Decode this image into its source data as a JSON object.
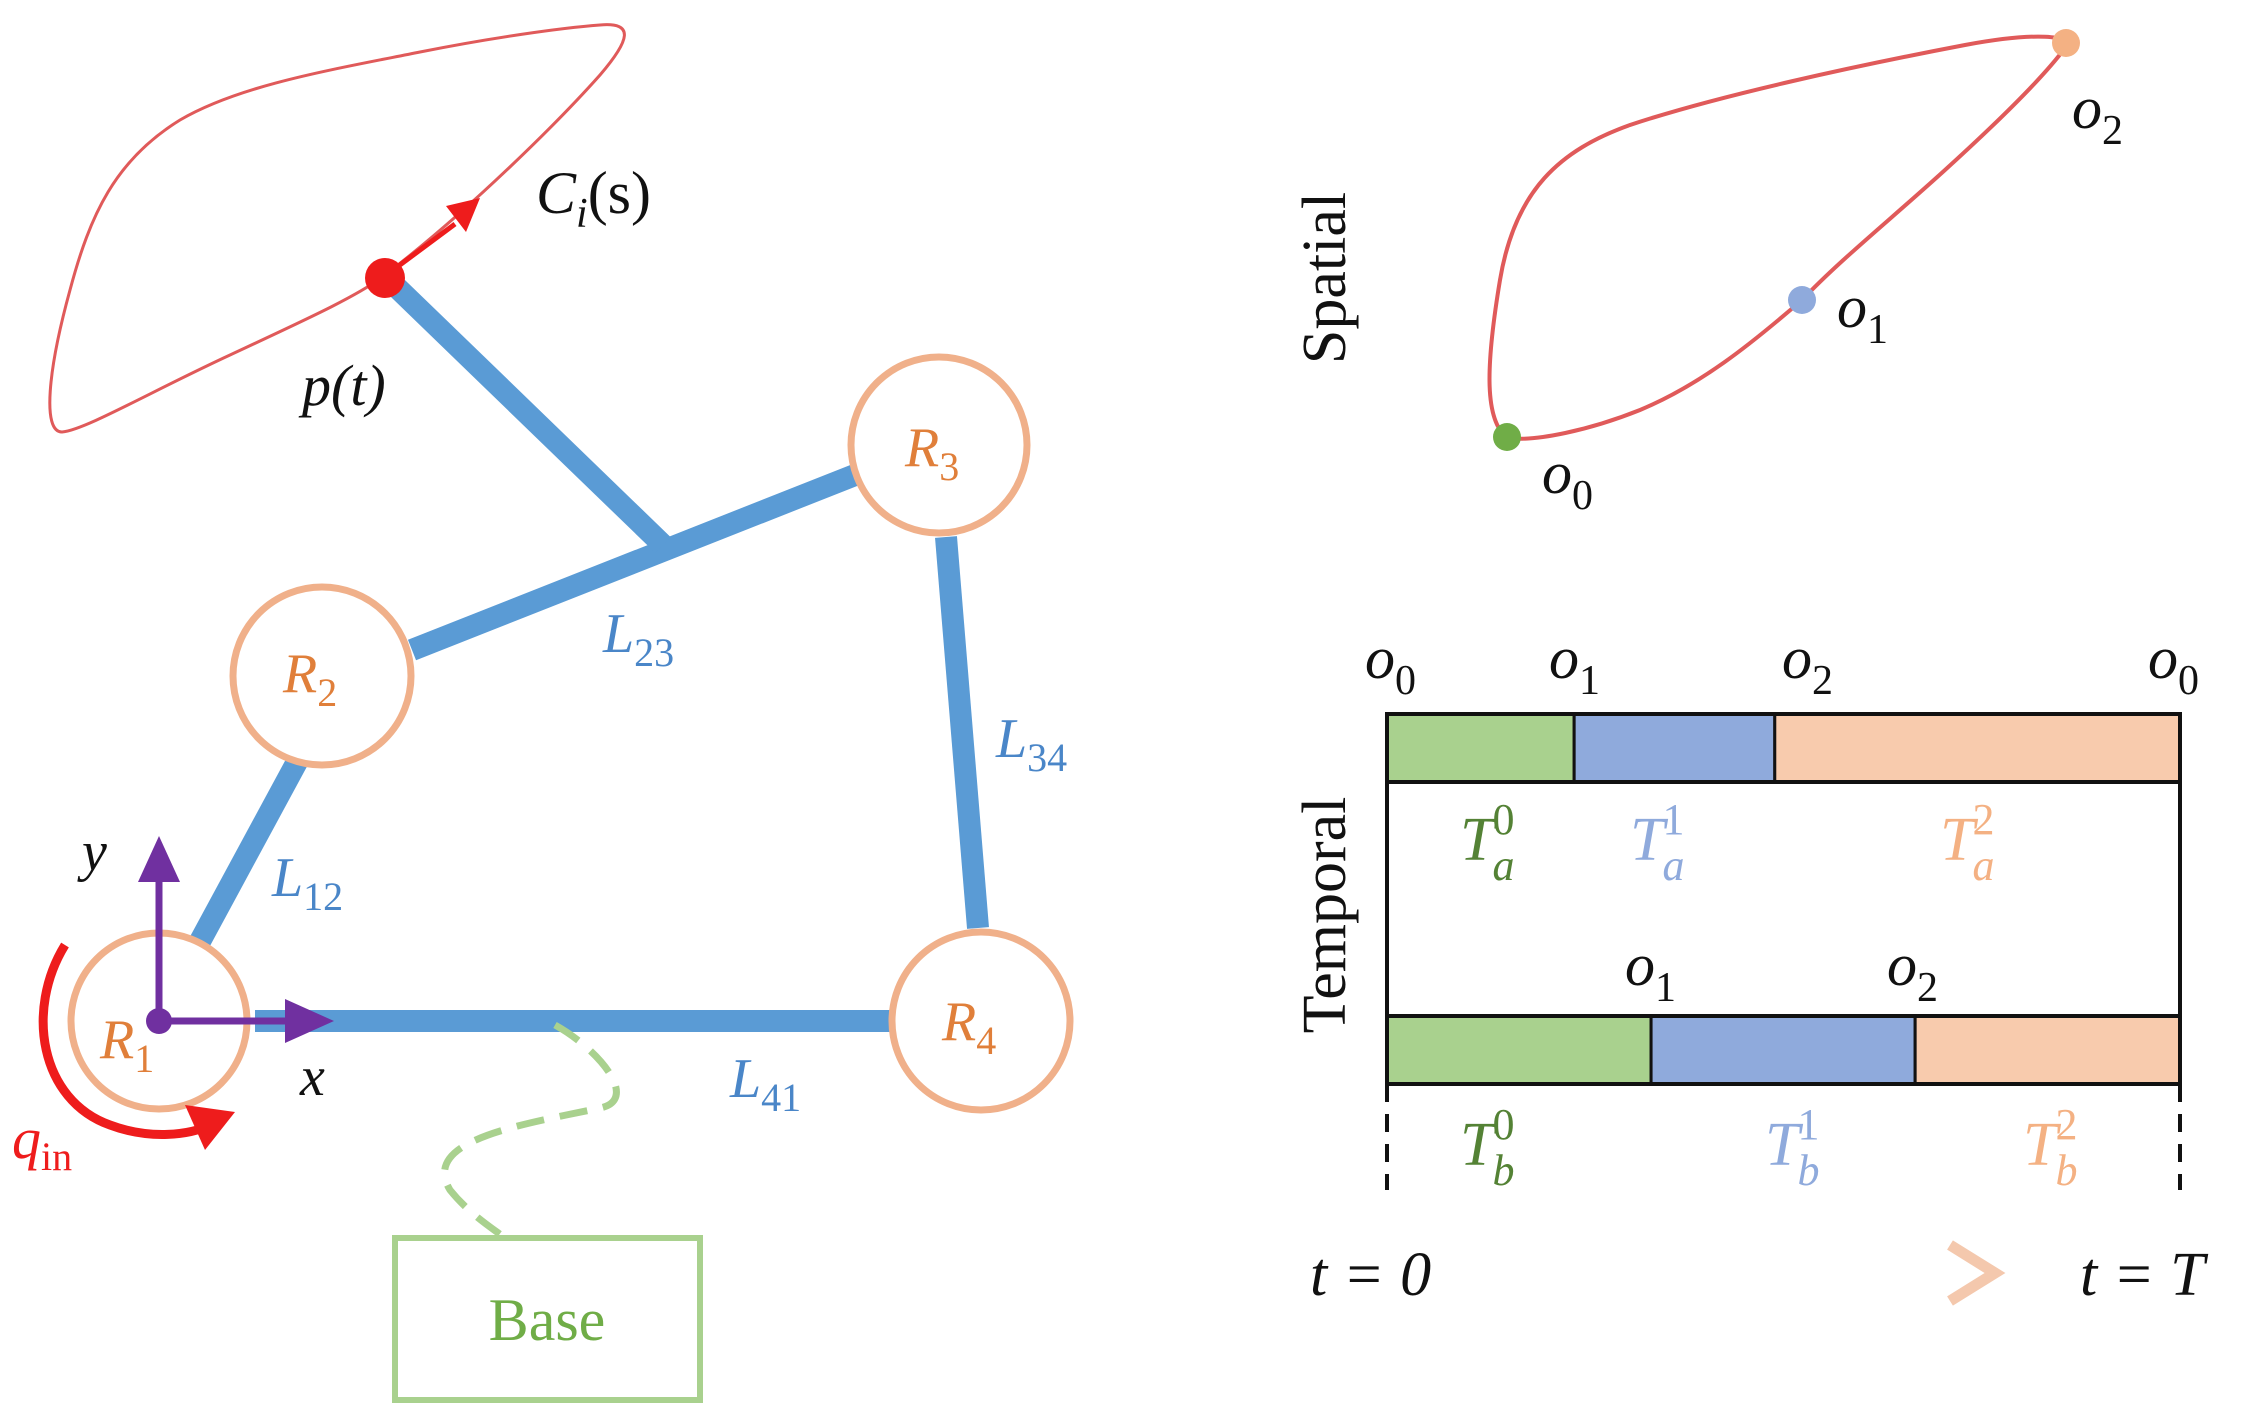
{
  "colors": {
    "link": "#5a9bd5",
    "link_text": "#4a86c8",
    "joint": "#f0b08a",
    "joint_text": "#e07f3a",
    "curve": "#e05a5a",
    "point": "#ee1c1c",
    "axis": "#7030a0",
    "base": "#a9d18e",
    "base_text": "#70ad47",
    "seg0_fill": "#a9d18e",
    "seg0_text": "#548235",
    "seg1_fill": "#8faadc",
    "seg1_text": "#8faadc",
    "seg2_fill": "#f8cbad",
    "seg2_text": "#f4b183",
    "waypoint0": "#70ad47",
    "waypoint1": "#8faadc",
    "waypoint2": "#f4b183"
  },
  "mechanism": {
    "joints": [
      {
        "base": "R",
        "sub": "1"
      },
      {
        "base": "R",
        "sub": "2"
      },
      {
        "base": "R",
        "sub": "3"
      },
      {
        "base": "R",
        "sub": "4"
      }
    ],
    "links": [
      {
        "base": "L",
        "sub": "12"
      },
      {
        "base": "L",
        "sub": "23"
      },
      {
        "base": "L",
        "sub": "34"
      },
      {
        "base": "L",
        "sub": "41"
      }
    ],
    "curve_label": {
      "base": "C",
      "sub": "i",
      "arg": "(s)"
    },
    "point_label": "p(t)",
    "axis_x": "x",
    "axis_y": "y",
    "input_label": {
      "base": "q",
      "sub": "in"
    },
    "base_label": "Base"
  },
  "spatial": {
    "row_label": "Spatial",
    "waypoints": [
      {
        "base": "o",
        "sub": "0"
      },
      {
        "base": "o",
        "sub": "1"
      },
      {
        "base": "o",
        "sub": "2"
      }
    ]
  },
  "temporal": {
    "row_label": "Temporal",
    "top_markers": [
      {
        "base": "o",
        "sub": "0"
      },
      {
        "base": "o",
        "sub": "1"
      },
      {
        "base": "o",
        "sub": "2"
      },
      {
        "base": "o",
        "sub": "0"
      }
    ],
    "bar_a_fractions": [
      0.236,
      0.253,
      0.511
    ],
    "bar_b_fractions": [
      0.333,
      0.333,
      0.334
    ],
    "bar_a_labels": [
      {
        "base": "T",
        "sub": "a",
        "sup": "0"
      },
      {
        "base": "T",
        "sub": "a",
        "sup": "1"
      },
      {
        "base": "T",
        "sub": "a",
        "sup": "2"
      }
    ],
    "bar_b_markers": [
      {
        "base": "o",
        "sub": "1"
      },
      {
        "base": "o",
        "sub": "2"
      }
    ],
    "bar_b_labels": [
      {
        "base": "T",
        "sub": "b",
        "sup": "0"
      },
      {
        "base": "T",
        "sub": "b",
        "sup": "1"
      },
      {
        "base": "T",
        "sub": "b",
        "sup": "2"
      }
    ],
    "time_start": "t = 0",
    "time_end": "t = T"
  }
}
